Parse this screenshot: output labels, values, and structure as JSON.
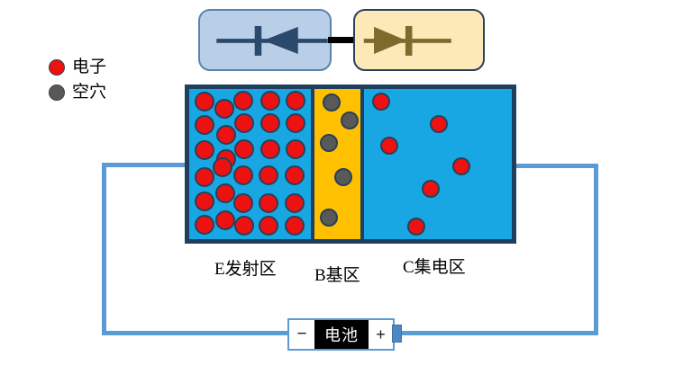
{
  "legend": {
    "electron": {
      "label": "电子",
      "color": "#ee1111"
    },
    "hole": {
      "label": "空穴",
      "color": "#595959"
    }
  },
  "regions": {
    "emitter": {
      "label": "E发射区",
      "fill": "#19a7e3"
    },
    "base": {
      "label": "B基区",
      "fill": "#ffc000"
    },
    "collector": {
      "label": "C集电区",
      "fill": "#19a7e3"
    }
  },
  "battery": {
    "minus_label": "−",
    "label": "电池",
    "plus_label": "+"
  },
  "colors": {
    "region_border": "#1f3f5f",
    "wire": "#5b9bd5",
    "dot_outline": "#284059",
    "diode_left_box_fill": "#b9cfe8",
    "diode_left_box_border": "#5b84ad",
    "diode_left_symbol": "#2b4a6b",
    "diode_right_box_fill": "#fce9b8",
    "diode_right_box_border": "#2e3f5c",
    "diode_right_symbol": "#7d6a2c",
    "battery_border": "#5b9bd5",
    "battery_label_bg": "#000000",
    "battery_nub_fill": "#4f87c5"
  },
  "dots": {
    "emitter": {
      "name": "electron-dot",
      "radius": 11,
      "fill": "#ee1111",
      "points": [
        [
          227,
          113
        ],
        [
          249,
          121
        ],
        [
          270,
          112
        ],
        [
          300,
          112
        ],
        [
          328,
          112
        ],
        [
          227,
          139
        ],
        [
          251,
          150
        ],
        [
          271,
          137
        ],
        [
          300,
          137
        ],
        [
          328,
          137
        ],
        [
          227,
          167
        ],
        [
          251,
          177
        ],
        [
          271,
          166
        ],
        [
          300,
          166
        ],
        [
          328,
          166
        ],
        [
          227,
          197
        ],
        [
          247,
          186
        ],
        [
          270,
          195
        ],
        [
          298,
          195
        ],
        [
          327,
          195
        ],
        [
          227,
          224
        ],
        [
          250,
          215
        ],
        [
          270,
          226
        ],
        [
          298,
          226
        ],
        [
          327,
          226
        ],
        [
          227,
          250
        ],
        [
          250,
          245
        ],
        [
          271,
          251
        ],
        [
          298,
          251
        ],
        [
          327,
          251
        ]
      ]
    },
    "base": {
      "name": "hole-dot",
      "radius": 10,
      "fill": "#595959",
      "points": [
        [
          368,
          114
        ],
        [
          388,
          134
        ],
        [
          365,
          159
        ],
        [
          381,
          197
        ],
        [
          365,
          242
        ]
      ]
    },
    "collector": {
      "name": "electron-dot",
      "radius": 10,
      "fill": "#ee1111",
      "points": [
        [
          423,
          113
        ],
        [
          487,
          138
        ],
        [
          432,
          162
        ],
        [
          512,
          185
        ],
        [
          478,
          210
        ],
        [
          462,
          252
        ]
      ]
    }
  }
}
